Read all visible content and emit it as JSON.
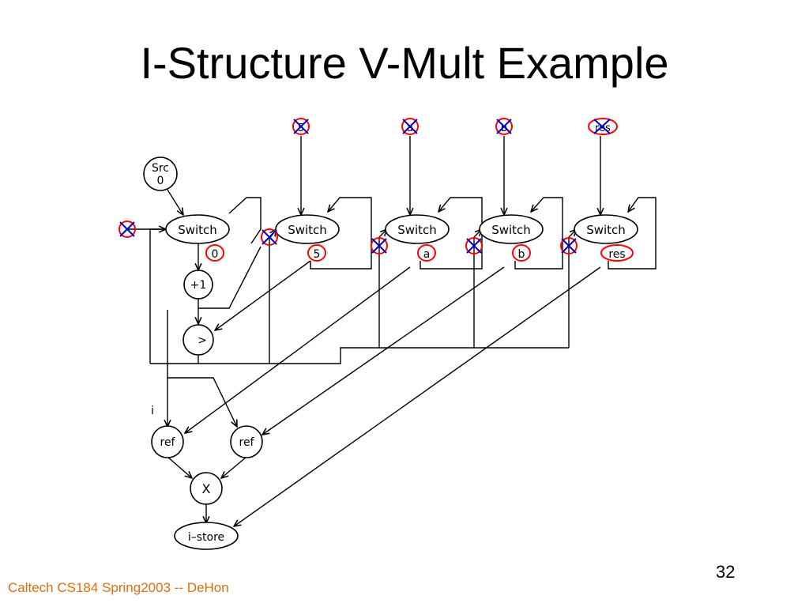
{
  "slide": {
    "title": "I-Structure V-Mult Example",
    "footer": "Caltech CS184 Spring2003 -- DeHon",
    "page_number": "32"
  },
  "diagram": {
    "inputs": {
      "n": "5",
      "a": "a",
      "b": "b",
      "res": "res",
      "i": "i"
    },
    "src_node": {
      "line1": "Src",
      "line2": "0"
    },
    "switch_label": "Switch",
    "switch_values": {
      "zero": "0",
      "five": "5",
      "a": "a",
      "b": "b",
      "res": "res"
    },
    "ops": {
      "inc": "+1",
      "gt": ">",
      "ref_a": "ref",
      "ref_b": "ref",
      "mult": "X",
      "store": "i–store"
    },
    "colors": {
      "line": "#000000",
      "circle_mark": "#ff0000",
      "x_mark": "#0000cc",
      "footer": "#e46c0a"
    }
  }
}
